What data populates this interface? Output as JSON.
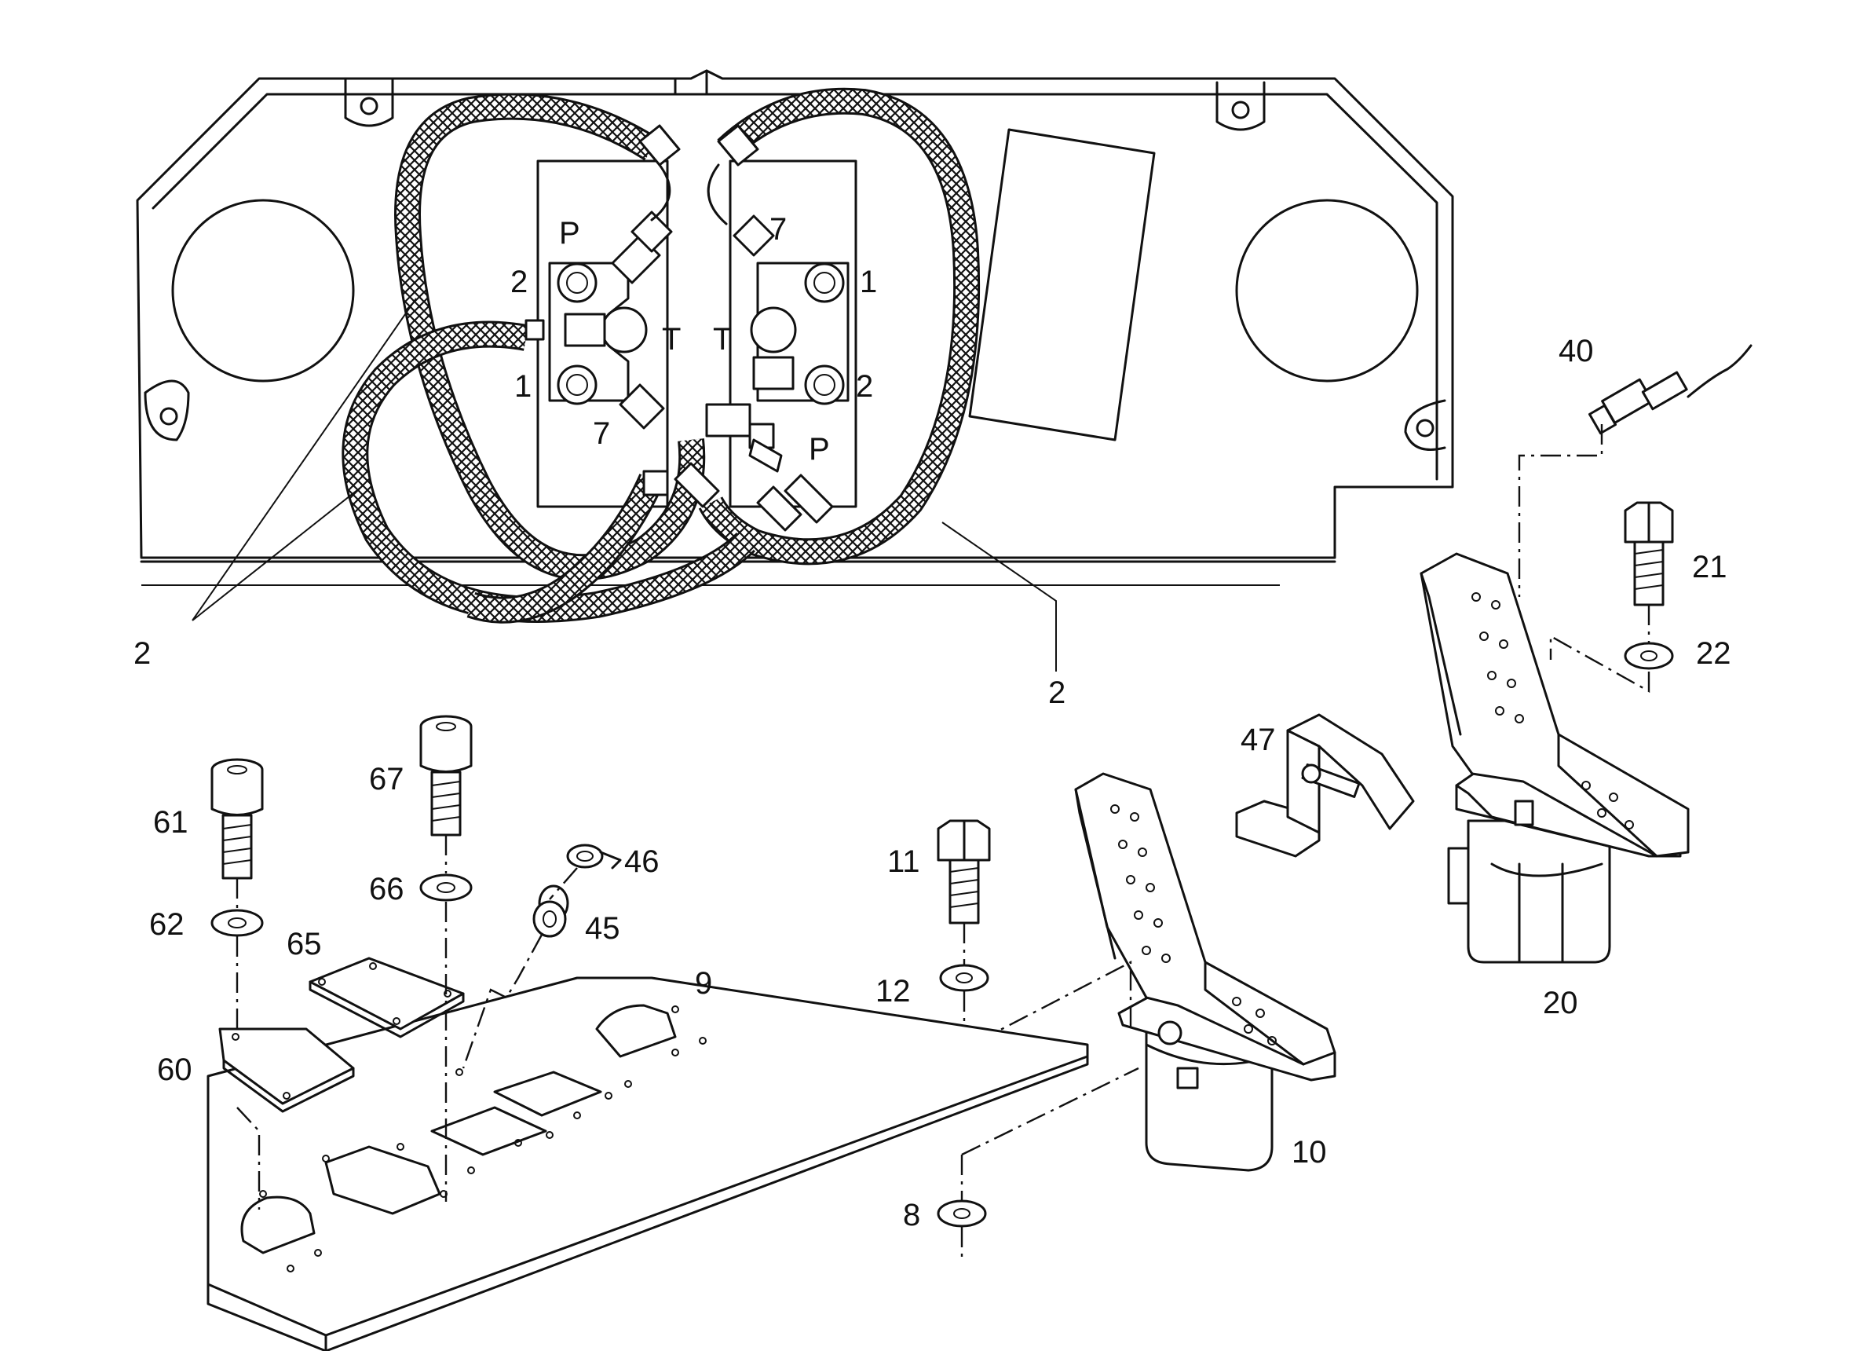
{
  "labels": {
    "p2": "2",
    "p9": "9",
    "p8": "8",
    "p10": "10",
    "p11": "11",
    "p12": "12",
    "p20": "20",
    "p21": "21",
    "p22": "22",
    "p40": "40",
    "p45": "45",
    "p46": "46",
    "p47": "47",
    "p60": "60",
    "p61": "61",
    "p62": "62",
    "p65": "65",
    "p66": "66",
    "p67": "67"
  },
  "ports": {
    "p": "P",
    "t": "T",
    "one": "1",
    "two": "2",
    "seven": "7"
  }
}
